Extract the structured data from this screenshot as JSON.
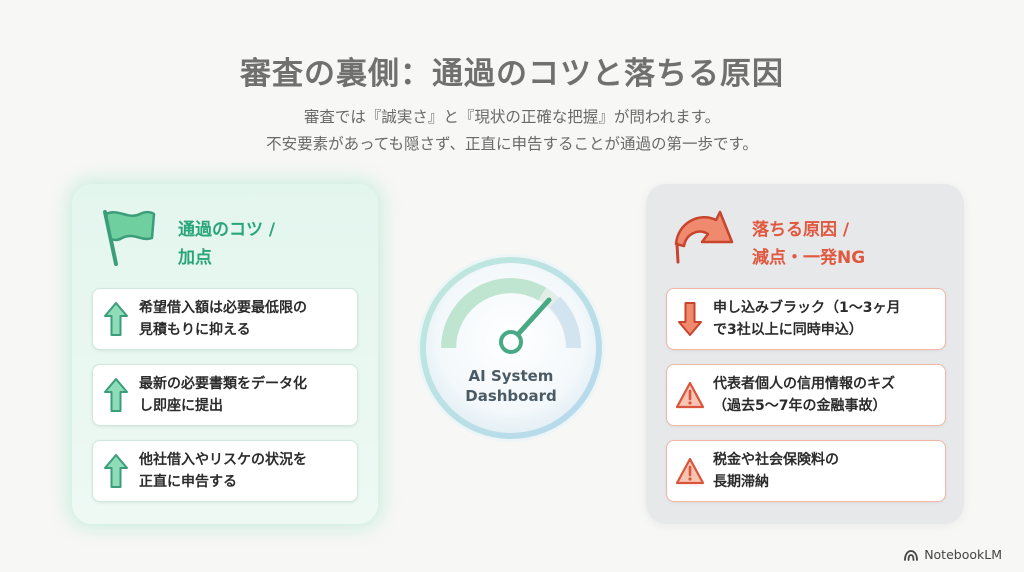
{
  "header": {
    "title": "審査の裏側：通過のコツと落ちる原因",
    "subtitle_line1": "審査では『誠実さ』と『現状の正確な把握』が問われます。",
    "subtitle_line2": "不安要素があっても隠さず、正直に申告することが通過の第一歩です。"
  },
  "good_panel": {
    "title": "通過のコツ /\n加点",
    "icon": "flag-icon",
    "items": [
      {
        "text": "希望借入額は必要最低限の\n見積もりに抑える",
        "icon": "arrow-up-icon"
      },
      {
        "text": "最新の必要書類をデータ化\nし即座に提出",
        "icon": "arrow-up-icon"
      },
      {
        "text": "他社借入やリスケの状況を\n正直に申告する",
        "icon": "arrow-up-icon"
      }
    ]
  },
  "bad_panel": {
    "title": "落ちる原因 /\n減点・一発NG",
    "icon": "curved-down-arrow-icon",
    "items": [
      {
        "text": "申し込みブラック（1〜3ヶ月\nで3社以上に同時申込）",
        "icon": "arrow-down-icon"
      },
      {
        "text": "代表者個人の信用情報のキズ\n（過去5〜7年の金融事故）",
        "icon": "warning-icon"
      },
      {
        "text": "税金や社会保険料の\n長期滞納",
        "icon": "warning-icon"
      }
    ]
  },
  "gauge": {
    "label": "AI System\nDashboard",
    "icon": "speedometer-icon"
  },
  "brand": {
    "name": "NotebookLM",
    "icon": "notebooklm-logo-icon"
  },
  "colors": {
    "good_accent": "#2aa57b",
    "bad_accent": "#e0583f",
    "good_icon_fill": "#8fdcb9",
    "bad_icon_fill": "#f08a6e",
    "warning_fill": "#f9c5b3"
  }
}
